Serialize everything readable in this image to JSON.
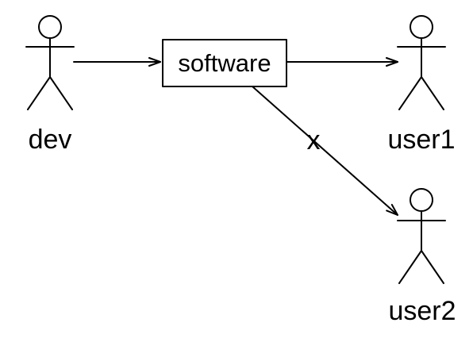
{
  "diagram": {
    "actors": [
      {
        "id": "dev",
        "label": "dev"
      },
      {
        "id": "user1",
        "label": "user1"
      },
      {
        "id": "user2",
        "label": "user2"
      }
    ],
    "process": {
      "id": "software",
      "label": "software"
    },
    "edges": [
      {
        "from": "dev",
        "to": "software",
        "label": ""
      },
      {
        "from": "software",
        "to": "user1",
        "label": ""
      },
      {
        "from": "software",
        "to": "user2",
        "label": "x"
      }
    ],
    "colors": {
      "stroke": "#000000",
      "background": "#ffffff"
    }
  }
}
